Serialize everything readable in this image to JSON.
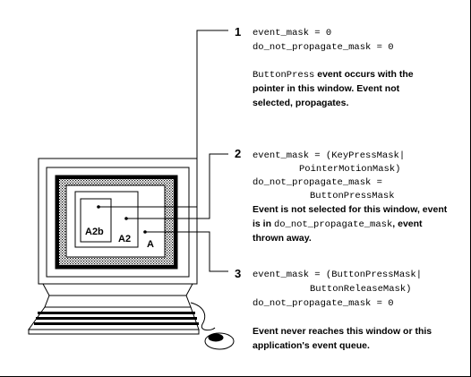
{
  "windows": {
    "a_label": "A",
    "a2_label": "A2",
    "a2b_label": "A2b"
  },
  "callouts": [
    {
      "number": "1",
      "code1": "event_mask = 0",
      "code2": "do_not_propagate_mask = 0",
      "desc1_code": "ButtonPress",
      "desc1_rest": " event occurs with the",
      "desc2": "pointer in this window. Event not",
      "desc3": "selected, propagates."
    },
    {
      "number": "2",
      "code1": "event_mask = (KeyPressMask|",
      "code2": "PointerMotionMask)",
      "code3": "do_not_propagate_mask =",
      "code4": "ButtonPressMask",
      "desc1": "Event is not selected for this window, event",
      "desc2_pre": "is in ",
      "desc2_code": "do_not_propagate_mask",
      "desc2_post": ", event",
      "desc3": "thrown away."
    },
    {
      "number": "3",
      "code1": "event_mask = (ButtonPressMask|",
      "code2": "ButtonReleaseMask)",
      "code3": "do_not_propagate_mask = 0",
      "desc1": "Event never reaches this window or this",
      "desc2": "application's event queue."
    }
  ]
}
